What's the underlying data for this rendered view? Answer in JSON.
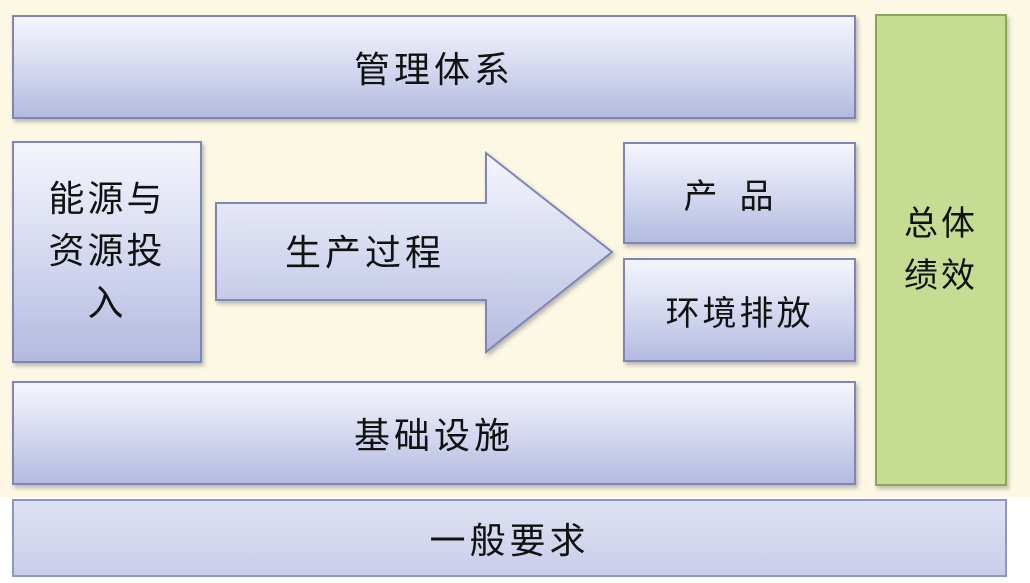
{
  "diagram": {
    "management_system": "管理体系",
    "energy_input": "能源与资源投入",
    "production_process": "生产过程",
    "product": "产品",
    "environmental_emission": "环境排放",
    "infrastructure": "基础设施",
    "overall_performance": "总体绩效",
    "general_requirements": "一般要求"
  },
  "colors": {
    "background": "#fdf8e3",
    "box_fill": "#c8cdea",
    "box_border": "#7d86b5",
    "performance_fill": "#c6dc92",
    "performance_border": "#8ba55a"
  }
}
